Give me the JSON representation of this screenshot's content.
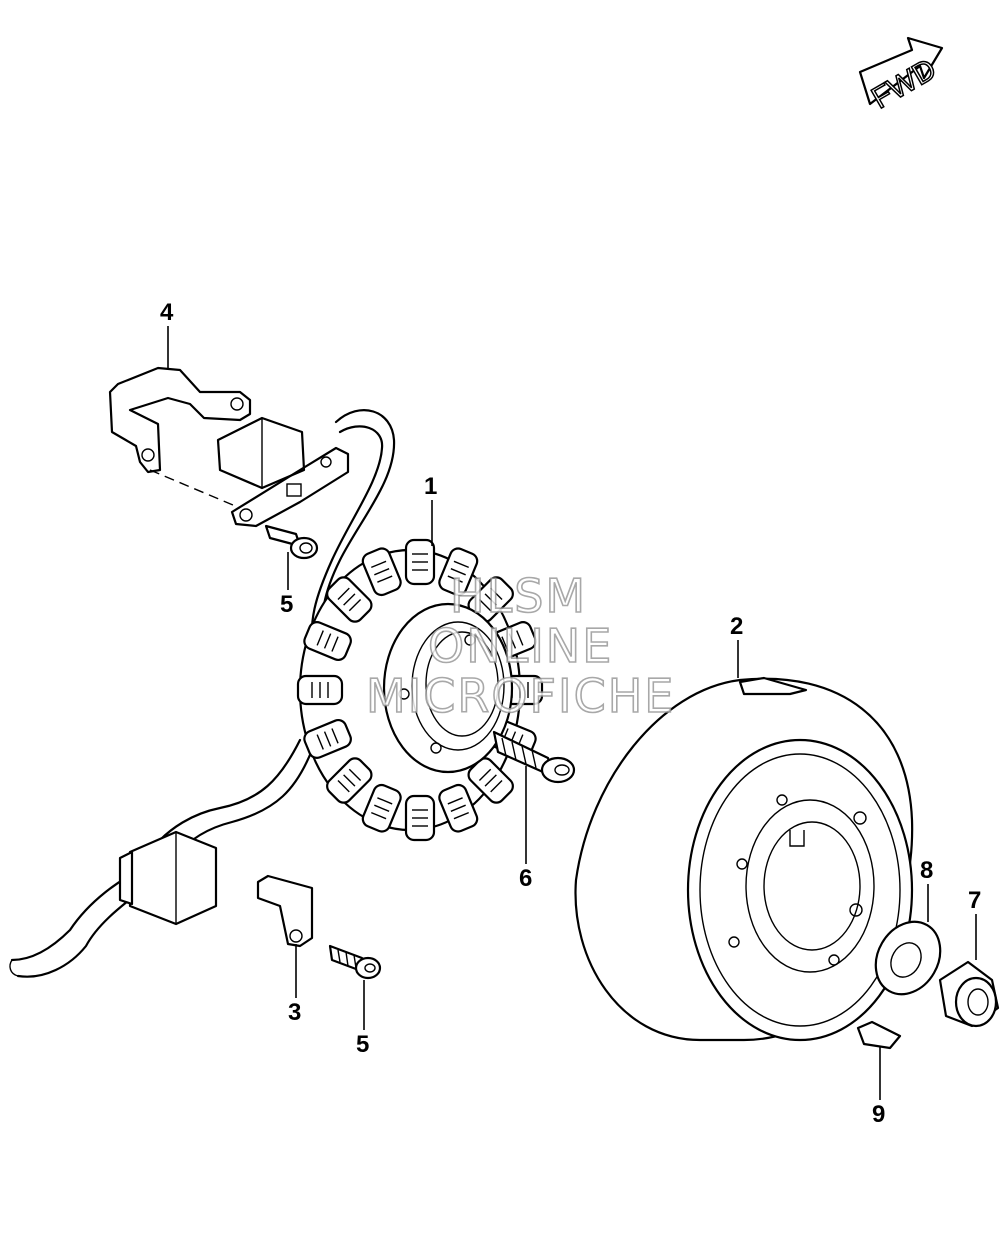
{
  "fwd_label": "FWD",
  "watermark": [
    "HLSM",
    "ONLINE",
    "MICROFICHE"
  ],
  "callouts": [
    {
      "id": "4",
      "label": "4"
    },
    {
      "id": "1",
      "label": "1"
    },
    {
      "id": "5a",
      "label": "5"
    },
    {
      "id": "2",
      "label": "2"
    },
    {
      "id": "6",
      "label": "6"
    },
    {
      "id": "8",
      "label": "8"
    },
    {
      "id": "7",
      "label": "7"
    },
    {
      "id": "3",
      "label": "3"
    },
    {
      "id": "5b",
      "label": "5"
    },
    {
      "id": "9",
      "label": "9"
    }
  ]
}
